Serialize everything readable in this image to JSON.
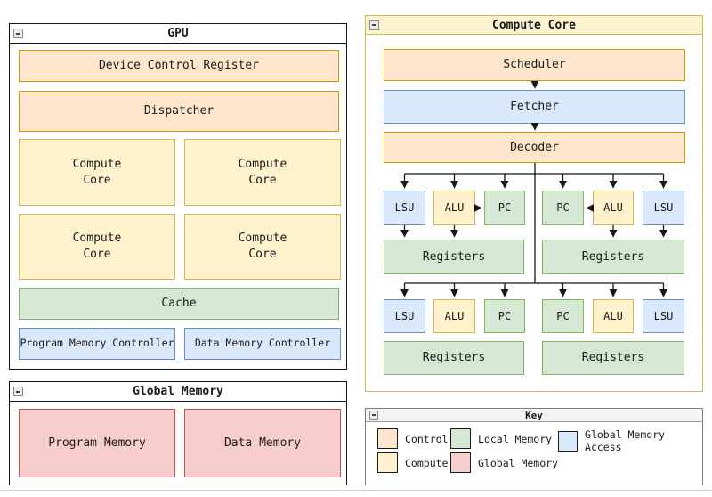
{
  "colors": {
    "control_fill": "#ffe6cc",
    "control_stroke": "#d79b00",
    "compute_fill": "#fff2cc",
    "compute_stroke": "#d6b656",
    "local_memory_fill": "#d5e8d4",
    "local_memory_stroke": "#82b366",
    "global_memory_fill": "#f8cecc",
    "global_memory_stroke": "#b85450",
    "global_memory_access_fill": "#dae8fc",
    "global_memory_access_stroke": "#6c8ebf",
    "container_yellow_fill": "#fbf3cf"
  },
  "gpu": {
    "title": "GPU",
    "device_control_register": "Device Control Register",
    "dispatcher": "Dispatcher",
    "core_label": "Compute\nCore",
    "cache": "Cache",
    "program_memory_controller": "Program Memory Controller",
    "data_memory_controller": "Data Memory Controller"
  },
  "global_memory": {
    "title": "Global Memory",
    "program_memory": "Program Memory",
    "data_memory": "Data Memory"
  },
  "compute_core": {
    "title": "Compute Core",
    "scheduler": "Scheduler",
    "fetcher": "Fetcher",
    "decoder": "Decoder",
    "registers": "Registers",
    "units_row1": [
      {
        "label": "LSU"
      },
      {
        "label": "ALU"
      },
      {
        "label": "PC"
      },
      {
        "label": "PC"
      },
      {
        "label": "ALU"
      },
      {
        "label": "LSU"
      }
    ],
    "units_row2": [
      {
        "label": "LSU"
      },
      {
        "label": "ALU"
      },
      {
        "label": "PC"
      },
      {
        "label": "PC"
      },
      {
        "label": "ALU"
      },
      {
        "label": "LSU"
      }
    ]
  },
  "key": {
    "title": "Key",
    "items": [
      {
        "label": "Control"
      },
      {
        "label": "Local Memory"
      },
      {
        "label": "Global Memory Access"
      },
      {
        "label": "Compute"
      },
      {
        "label": "Global Memory"
      }
    ]
  }
}
